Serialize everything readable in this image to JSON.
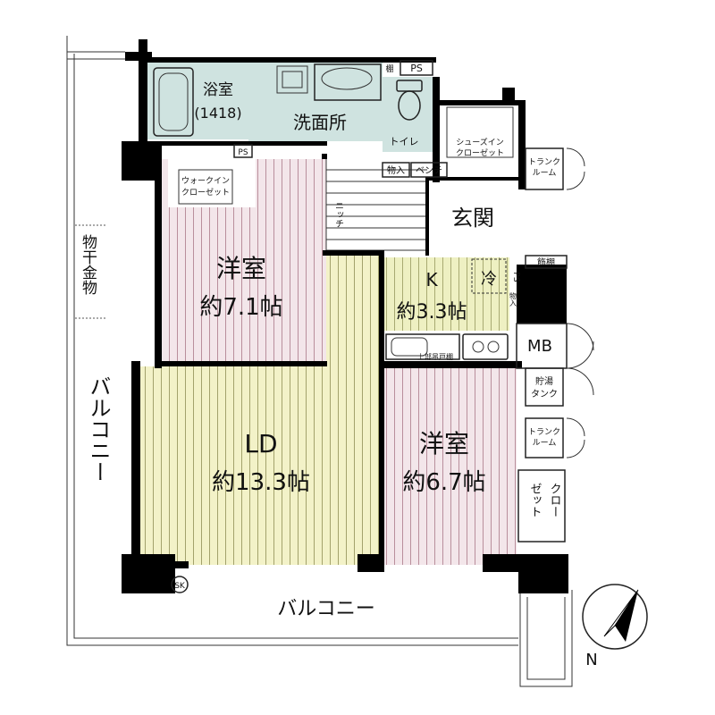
{
  "rooms": {
    "bath": {
      "name": "浴室",
      "size": "(1418)"
    },
    "washroom": {
      "name": "洗面所"
    },
    "toilet": {
      "name": "トイレ"
    },
    "shelf": {
      "name": "棚"
    },
    "ps_top": {
      "name": "PS"
    },
    "ps_walkin": {
      "name": "PS"
    },
    "ps_kitchen": {
      "name": "PS"
    },
    "walkin": {
      "line1": "ウォークイン",
      "line2": "クローゼット"
    },
    "shoes": {
      "line1": "シューズイン",
      "line2": "クローゼット"
    },
    "trunk_top": {
      "line1": "トランク",
      "line2": "ルーム"
    },
    "storage": {
      "name": "物入"
    },
    "storage_small": {
      "name": "物入"
    },
    "bench": {
      "name": "ベンチ"
    },
    "niche": {
      "name": "ニッチ"
    },
    "entrance": {
      "name": "玄関"
    },
    "display_shelf": {
      "name": "飾棚"
    },
    "western1": {
      "name": "洋室",
      "size": "約7.1帖"
    },
    "kitchen": {
      "name": "K",
      "size": "約3.3帖",
      "fridge": "冷",
      "cabinet": "上部吊戸棚"
    },
    "mb": {
      "name": "MB"
    },
    "water_tank": {
      "line1": "貯湯",
      "line2": "タンク"
    },
    "trunk_mid": {
      "line1": "トランク",
      "line2": "ルーム"
    },
    "ld": {
      "name": "LD",
      "size": "約13.3帖"
    },
    "western2": {
      "name": "洋室",
      "size": "約6.7帖"
    },
    "closet": {
      "col1": "ゼット",
      "col2": "クロー"
    },
    "sk": {
      "name": "SK"
    }
  },
  "balcony_west": {
    "label": "バルコニー"
  },
  "balcony_south": {
    "label": "バルコニー"
  },
  "drying": {
    "label": "物干金物"
  },
  "compass": {
    "label": "N"
  },
  "colors": {
    "wet_area": "#cfe3e0",
    "western_room": "#f3e6ea",
    "ld": "#f3f2c8",
    "kitchen": "#eef0c2",
    "wall": "#000000"
  }
}
